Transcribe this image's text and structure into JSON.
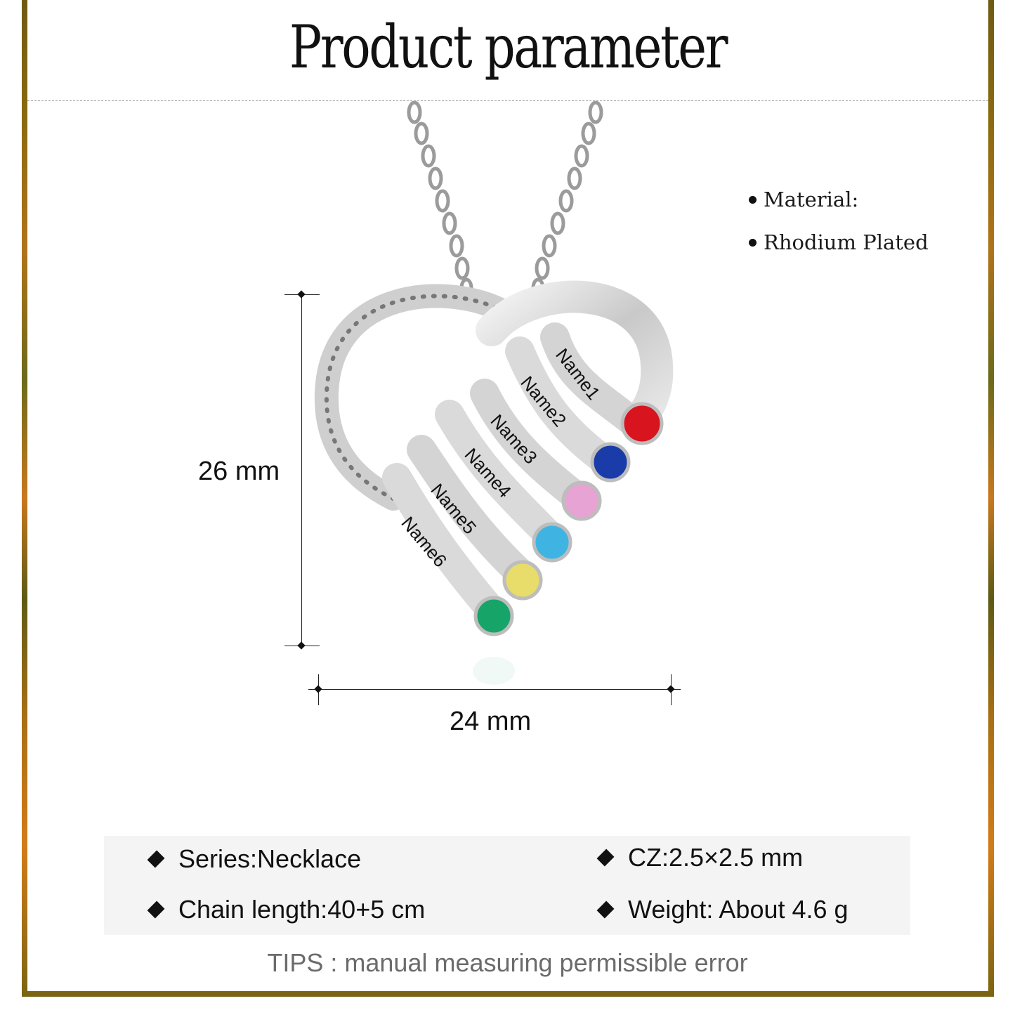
{
  "header": {
    "title": "Product parameter"
  },
  "material": {
    "label": "Material:",
    "value": "Rhodium Plated"
  },
  "dimensions": {
    "height": "26 mm",
    "width": "24 mm"
  },
  "pendant": {
    "description": "Silver heart pendant with six engraved name bands and birthstones",
    "names": [
      "Name1",
      "Name2",
      "Name3",
      "Name4",
      "Name5",
      "Name6"
    ],
    "stone_colors": [
      "#d8141f",
      "#1a3ca8",
      "#e7a3d3",
      "#3fb4e2",
      "#e8dc6a",
      "#17a468"
    ]
  },
  "specs": {
    "series": "Series:Necklace",
    "chain_length": "Chain length:40+5 cm",
    "cz": "CZ:2.5×2.5 mm",
    "weight": "Weight: About 4.6 g"
  },
  "tips": "TIPS : manual measuring permissible error",
  "colors": {
    "frame": "#8a6a10",
    "specs_bg": "#f4f4f4",
    "tips_text": "#6b6b6b"
  }
}
